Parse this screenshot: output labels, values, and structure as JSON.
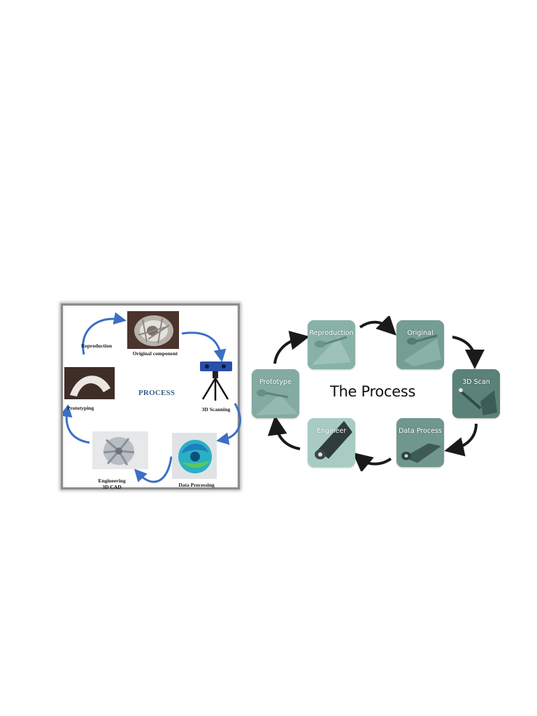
{
  "left_diagram": {
    "center_title": "PROCESS",
    "steps": {
      "original": "Original component",
      "scanning": "3D Scanning",
      "processing": "Data Processing",
      "engineering_line1": "Engineering",
      "engineering_line2": "3D CAD",
      "prototyping": "Prototyping",
      "reproduction": "Reproduction"
    },
    "arrow_color": "#3b6fc4",
    "frame_color": "#8c8c8c"
  },
  "right_diagram": {
    "title": "The Process",
    "tiles": {
      "reproduction": "Reproduction",
      "original": "Original",
      "scan": "3D Scan",
      "data_process": "Data Process",
      "engineer": "Engineer",
      "prototype": "Prototype"
    },
    "tile_color": "#7fa8a0",
    "arrow_color": "#1a1a1a"
  }
}
